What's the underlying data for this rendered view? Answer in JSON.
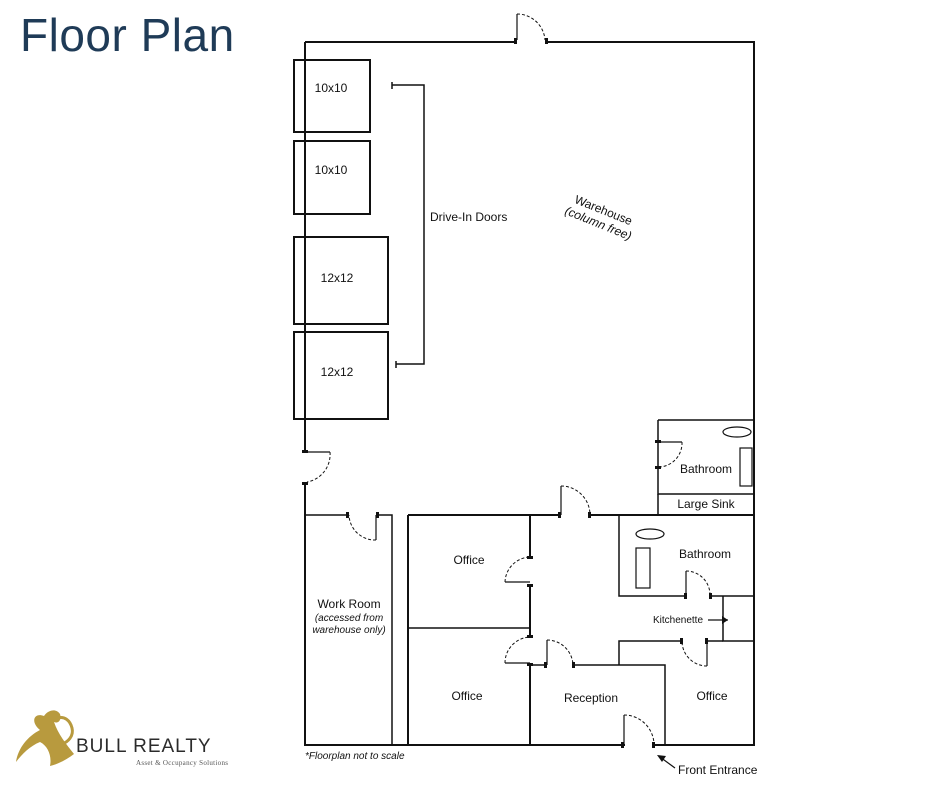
{
  "title": "Floor Plan",
  "rooms": {
    "door_1": "10x10",
    "door_2": "10x10",
    "door_3": "12x12",
    "door_4": "12x12",
    "drive_in_doors": "Drive-In Doors",
    "warehouse": "Warehouse",
    "warehouse_note": "(column free)",
    "bathroom_upper": "Bathroom",
    "large_sink": "Large Sink",
    "bathroom_lower": "Bathroom",
    "kitchenette": "Kitchenette",
    "office_upper": "Office",
    "office_lower_left": "Office",
    "office_right": "Office",
    "reception": "Reception",
    "work_room": "Work Room",
    "work_room_note_1": "(accessed from",
    "work_room_note_2": "warehouse only)",
    "front_entrance": "Front Entrance"
  },
  "footnote": "*Floorplan not to scale",
  "logo": {
    "name": "BULL REALTY",
    "tagline": "Asset & Occupancy Solutions",
    "colors": {
      "gold": "#b89a3e",
      "text": "#2b2b2b"
    }
  },
  "colors": {
    "title": "#1f3b57",
    "line": "#111111"
  }
}
